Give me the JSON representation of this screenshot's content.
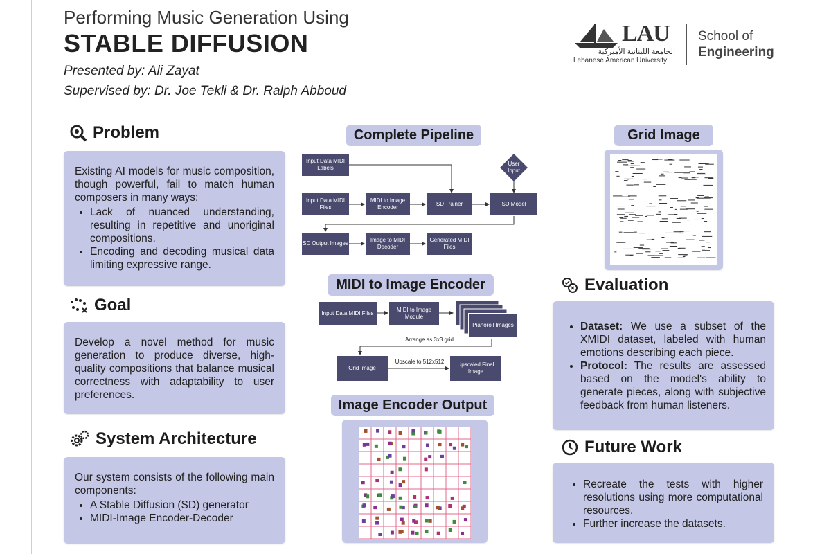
{
  "header": {
    "title_line1": "Performing Music Generation Using",
    "title_line2": "STABLE DIFFUSION",
    "presented_by": "Presented by: Ali Zayat",
    "supervised_by": "Supervised by: Dr. Joe Tekli & Dr. Ralph Abboud"
  },
  "logo": {
    "lau": "LAU",
    "arabic": "الجامعة اللبنانية الأميركية",
    "university": "Lebanese American University",
    "school_line1": "School of",
    "school_line2": "Engineering"
  },
  "problem": {
    "title": "Problem",
    "intro": "Existing AI models for music composition, though powerful, fail to match human composers in many ways:",
    "bullets": [
      "Lack of nuanced understanding, resulting in repetitive and unoriginal compositions.",
      "Encoding and decoding musical data limiting expressive range."
    ]
  },
  "goal": {
    "title": "Goal",
    "text": "Develop a novel method for music generation to produce diverse, high-quality compositions that balance musical correctness with  adaptability to user preferences."
  },
  "architecture": {
    "title": "System Architecture",
    "intro": "Our system consists of the following main components:",
    "bullets": [
      "A Stable Diffusion (SD) generator",
      "MIDI-Image Encoder-Decoder"
    ]
  },
  "pipeline": {
    "title": "Complete Pipeline",
    "nodes": {
      "labels": "Input Data MIDI Labels",
      "files": "Input Data MIDI Files",
      "encoder": "MIDI to Image Encoder",
      "trainer": "SD Trainer",
      "model": "SD Model",
      "user": "User Input",
      "output": "SD Output Images",
      "decoder": "Image to MIDI Decoder",
      "generated": "Generated MIDI Files"
    }
  },
  "encoder_diagram": {
    "title": "MIDI to Image Encoder",
    "nodes": {
      "input": "Input Data MIDI Files",
      "module": "MIDI to Image Module",
      "pianoroll": "Pianoroll Images",
      "grid": "Grid Image",
      "final": "Upscaled Final Image"
    },
    "edge_arrange": "Arrange as 3x3 grid",
    "edge_upscale": "Upscale to 512x512"
  },
  "encoder_output": {
    "title": "Image Encoder Output"
  },
  "grid_image": {
    "title": "Grid Image"
  },
  "evaluation": {
    "title": "Evaluation",
    "items": [
      {
        "label": "Dataset:",
        "text": " We use a subset of the XMIDI dataset, labeled with human emotions describing each piece."
      },
      {
        "label": "Protocol:",
        "text": " The results are assessed based on the model's ability to generate pieces, along with subjective feedback from human listeners."
      }
    ]
  },
  "future": {
    "title": "Future Work",
    "bullets": [
      "Recreate the tests with higher resolutions using more computational resources.",
      "Further increase the datasets."
    ]
  },
  "colors": {
    "box": "#c5c7e6",
    "node": "#4a4a6e",
    "grid_line": "#e06a8a"
  }
}
